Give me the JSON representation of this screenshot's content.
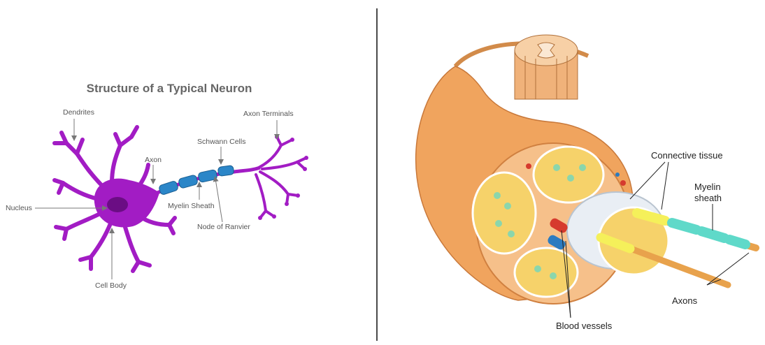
{
  "neuron": {
    "title": "Structure of a Typical Neuron",
    "labels": {
      "dendrites": "Dendrites",
      "axon_terminals": "Axon Terminals",
      "schwann_cells": "Schwann Cells",
      "axon": "Axon",
      "nucleus": "Nucleus",
      "myelin_sheath": "Myelin Sheath",
      "node_of_ranvier": "Node of Ranvier",
      "cell_body": "Cell Body"
    },
    "colors": {
      "cell": "#a21cc4",
      "nucleus": "#6b0d84",
      "schwann": "#2b86c8",
      "arrow": "#777777"
    }
  },
  "nerve": {
    "labels": {
      "connective_tissue": "Connective tissue",
      "myelin_line1": "Myelin",
      "myelin_line2": "sheath",
      "axons": "Axons",
      "blood_vessels": "Blood vessels"
    },
    "colors": {
      "sheath": "#f0a45e",
      "fascicle": "#f6d26a",
      "axon_yellow": "#f5f05a",
      "myelin_cyan": "#5fd9c9",
      "axon_tan": "#e8a24c"
    }
  }
}
